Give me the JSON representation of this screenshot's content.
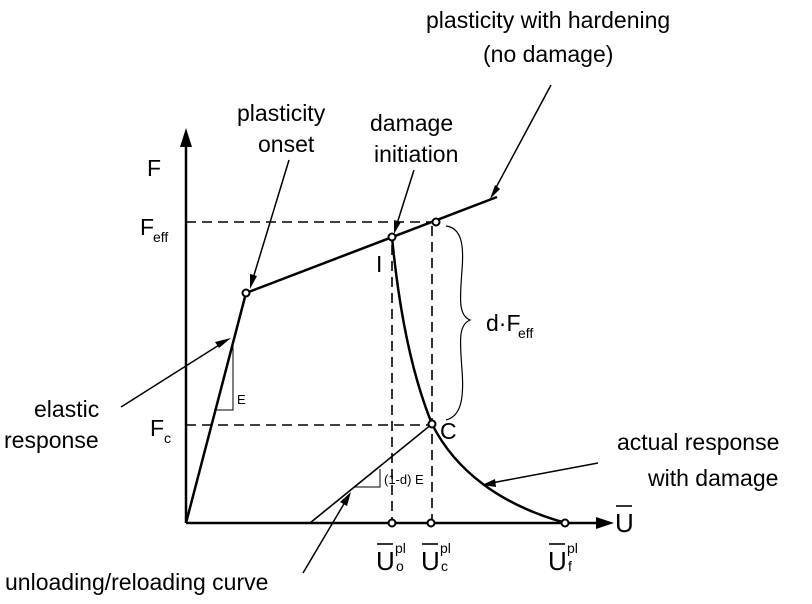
{
  "labels": {
    "hardening_line1": "plasticity with hardening",
    "hardening_line2": "(no damage)",
    "onset_line1": "plasticity",
    "onset_line2": "onset",
    "init_line1": "damage",
    "init_line2": "initiation",
    "elastic_line1": "elastic",
    "elastic_line2": "response",
    "actual_line1": "actual response",
    "actual_line2": "with damage",
    "unloading": "unloading/reloading curve",
    "E": "E",
    "one_minus_d_E": "(1-d) E",
    "point_I": "I",
    "point_C": "C"
  },
  "symbols": {
    "F_axis": "F",
    "U_axis": "U",
    "F": "F",
    "eff": "eff",
    "c": "c",
    "d_dot": "d·F",
    "U": "U",
    "pl": "pl",
    "o": "o",
    "f": "f"
  }
}
